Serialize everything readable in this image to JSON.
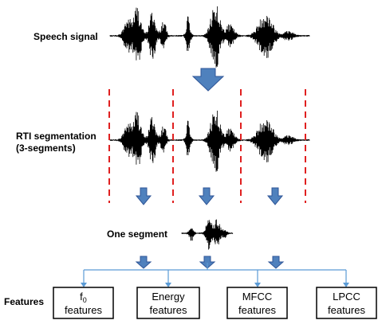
{
  "labels": {
    "speech_signal": "Speech signal",
    "rti_line1": "RTI segmentation",
    "rti_line2": "(3-segments)",
    "one_segment": "One segment",
    "features": "Features"
  },
  "feature_boxes": [
    {
      "line1_main": "f",
      "line1_sub": "0",
      "line2": "features"
    },
    {
      "line1_main": "Energy",
      "line1_sub": "",
      "line2": "features"
    },
    {
      "line1_main": "MFCC",
      "line1_sub": "",
      "line2": "features"
    },
    {
      "line1_main": "LPCC",
      "line1_sub": "",
      "line2": "features"
    }
  ],
  "colors": {
    "arrow_fill": "#4f81bd",
    "arrow_stroke": "#2f5597",
    "segment_divider": "#e02020",
    "waveform": "#000000",
    "connector": "#5b9bd5",
    "box_border": "#000000"
  }
}
